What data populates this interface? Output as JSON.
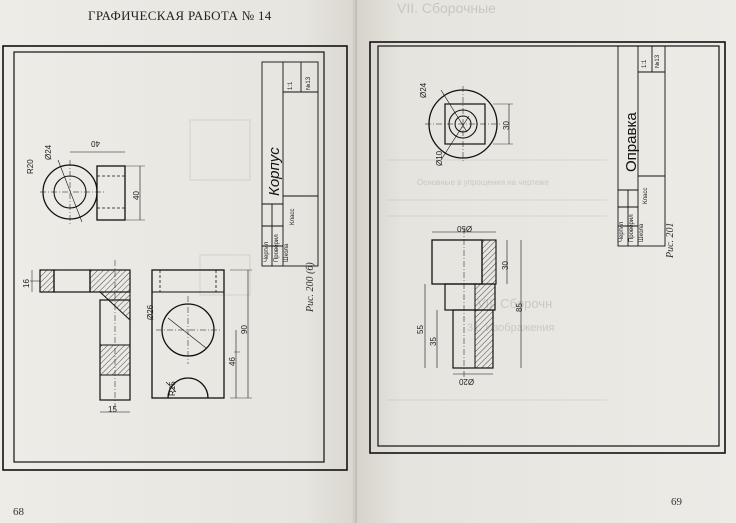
{
  "left_page": {
    "heading": "ГРАФИЧЕСКАЯ РАБОТА № 14",
    "page_number": "68",
    "figure_caption": "Рис. 200 (б)",
    "title_block": {
      "part_name": "Корпус",
      "scale": "1:1",
      "sheet_number": "№13",
      "rows": [
        "Чертил",
        "Проверил",
        "Школа"
      ],
      "class_label": "Класс"
    },
    "dimensions": [
      "R20",
      "Ø24",
      "40",
      "40",
      "16",
      "Ø26",
      "90",
      "46",
      "R15",
      "15"
    ]
  },
  "right_page": {
    "page_number": "69",
    "figure_caption": "Рис. 201",
    "title_block": {
      "part_name": "Оправка",
      "scale": "1:1",
      "sheet_number": "№13",
      "rows": [
        "Чертил",
        "Проверил",
        "Школа"
      ],
      "class_label": "Класс"
    },
    "dimensions": [
      "Ø24",
      "30",
      "Ø10",
      "Ø50",
      "30",
      "55",
      "85",
      "35",
      "Ø20"
    ],
    "bleed_text": [
      "VII. Сборочные",
      "VII. Сборочн",
      "31. Изображения",
      "Основные в упрощения на чертеже"
    ]
  }
}
